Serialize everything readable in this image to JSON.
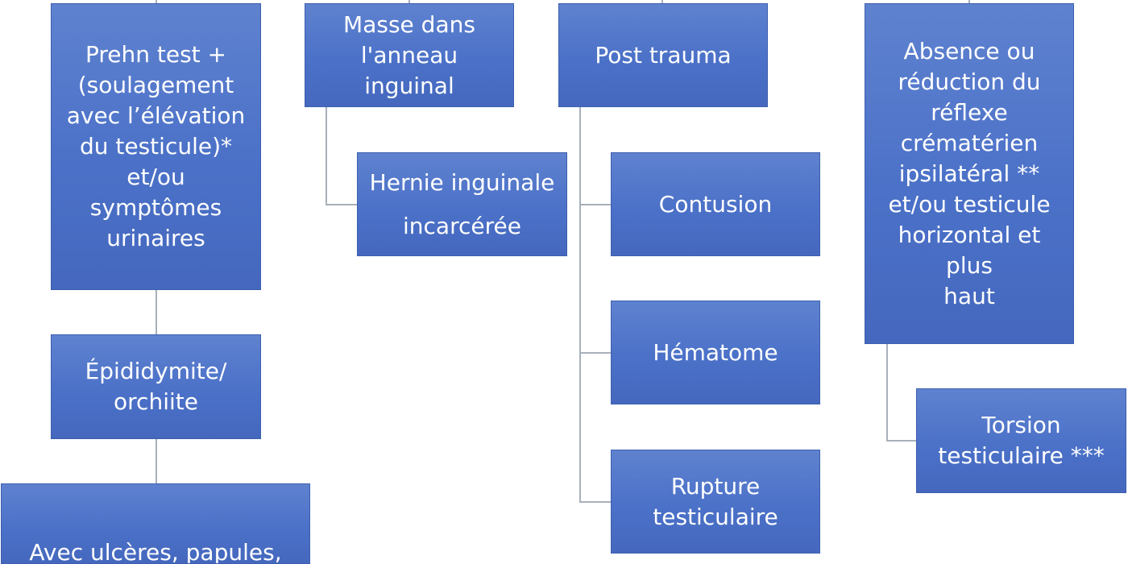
{
  "colors": {
    "box_fill": "#4a70c7",
    "box_border": "#3d5faf",
    "box_text": "#ffffff",
    "connector": "#a7b0ba",
    "background": "#ffffff"
  },
  "nodes": {
    "prehn": "Prehn test +\n(soulagement\navec l’élévation\ndu testicule)*\net/ou\nsymptômes\nurinaires",
    "epididymite": "Épididymite/\norchiite",
    "ulceres": "Avec ulcères, papules,",
    "masse": "Masse dans\nl'anneau inguinal",
    "hernie": "Hernie inguinale\nincarcérée",
    "post_trauma": "Post trauma",
    "contusion": "Contusion",
    "hematome": "Hématome",
    "rupture": "Rupture\ntesticulaire",
    "absence": "Absence ou\nréduction du\nréflexe\ncrématérien\nipsilatéral **\net/ou testicule\nhorizontal et plus\nhaut",
    "torsion": "Torsion\ntesticulaire ***"
  }
}
